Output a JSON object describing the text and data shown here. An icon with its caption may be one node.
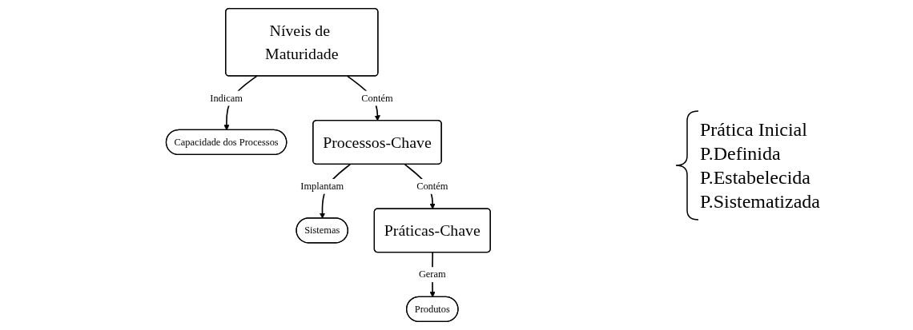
{
  "diagram": {
    "nodes": [
      {
        "text": [
          "Níveis de Maturidade"
        ]
      },
      {
        "text": [
          "Capacidade dos Processos"
        ]
      },
      {
        "text": [
          "Processos-Chave"
        ]
      },
      {
        "text": [
          "Sistemas"
        ]
      },
      {
        "text": [
          "Práticas-Chave"
        ]
      },
      {
        "text": [
          "Produtos"
        ]
      }
    ],
    "edges": [
      {
        "from": 0,
        "to": 1,
        "arrow": "to",
        "label": "Indicam"
      },
      {
        "from": 0,
        "to": 2,
        "arrow": "to",
        "label": "Contém"
      },
      {
        "from": 2,
        "to": 3,
        "arrow": "to",
        "label": "Implantam"
      },
      {
        "from": 2,
        "to": 4,
        "arrow": "to",
        "label": "Contém"
      },
      {
        "from": 4,
        "to": 5,
        "arrow": "to",
        "label": "Geram"
      }
    ],
    "labels": [
      "Prática Inicial",
      "P.Definida",
      "P.Estabelecida",
      "P.Sistematizada"
    ]
  }
}
